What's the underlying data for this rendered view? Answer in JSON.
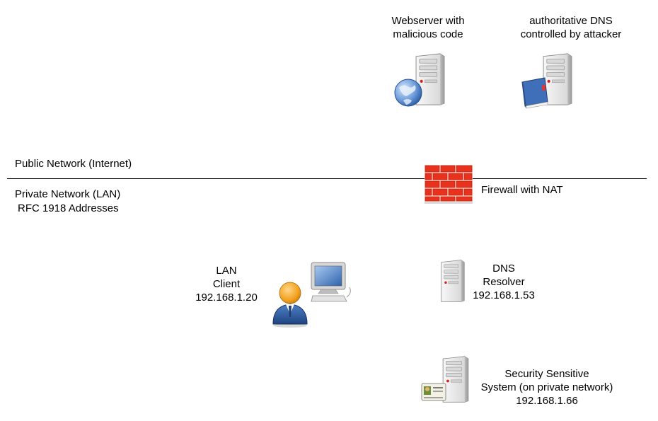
{
  "zones": {
    "public_label": "Public Network (Internet)",
    "private_label_1": "Private Network (LAN)",
    "private_label_2": "RFC 1918 Addresses"
  },
  "nodes": {
    "webserver": {
      "label_1": "Webserver with",
      "label_2": "malicious code",
      "icon": "server-globe-icon"
    },
    "auth_dns": {
      "label_1": "authoritative DNS",
      "label_2": "controlled by attacker",
      "icon": "server-book-icon"
    },
    "firewall": {
      "label": "Firewall with NAT",
      "icon": "brick-firewall-icon"
    },
    "lan_client": {
      "label_1": "LAN",
      "label_2": "Client",
      "ip": "192.168.1.20",
      "icon": "user-workstation-icon"
    },
    "dns_resolver": {
      "label_1": "DNS",
      "label_2": "Resolver",
      "ip": "192.168.1.53",
      "icon": "server-icon"
    },
    "secure_system": {
      "label_1": "Security Sensitive",
      "label_2": "System (on private network)",
      "ip": "192.168.1.66",
      "icon": "server-idcard-icon"
    }
  },
  "colors": {
    "server_body": "#e9e9e9",
    "server_edge": "#8c8c8c",
    "led": "#d82020",
    "firewall_brick": "#e8321e",
    "firewall_mortar": "#ffd0c4",
    "person_head": "#f2a21f",
    "person_body": "#2f5fa8",
    "monitor_screen": "#4a86cf",
    "globe": "#5c8fd0",
    "book": "#3f6fb8"
  }
}
